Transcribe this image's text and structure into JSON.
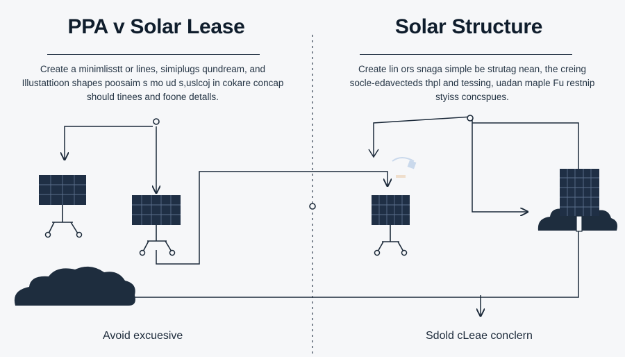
{
  "left_panel": {
    "title": "PPA v Solar Lease",
    "description": [
      "Create a minimlisstt or lines, simiplugs qundream, and",
      "Illustattioon  shapes poosaim s mo ud s,uslcoj in cokare concap",
      "should tinees and foone detalls."
    ],
    "caption": "Avoid excuesive"
  },
  "right_panel": {
    "title": "Solar Structure",
    "description": [
      "Create lin ors snaga simple be strutag nean, the creing",
      "socle-edavecteds thpl and tessing, uadan maple Fu restnip",
      "styiss concspues."
    ],
    "caption": "Sdold cLeae conclern"
  },
  "colors": {
    "background": "#f6f7f9",
    "panel_navy": "#1f2f45",
    "cell_line": "#5b6f8c",
    "line": "#1c2a3a",
    "cloud": "#1e2d3e"
  },
  "icons": [
    "solar-panel-icon",
    "cloud-icon",
    "connector-node-icon",
    "arrow-icon"
  ]
}
